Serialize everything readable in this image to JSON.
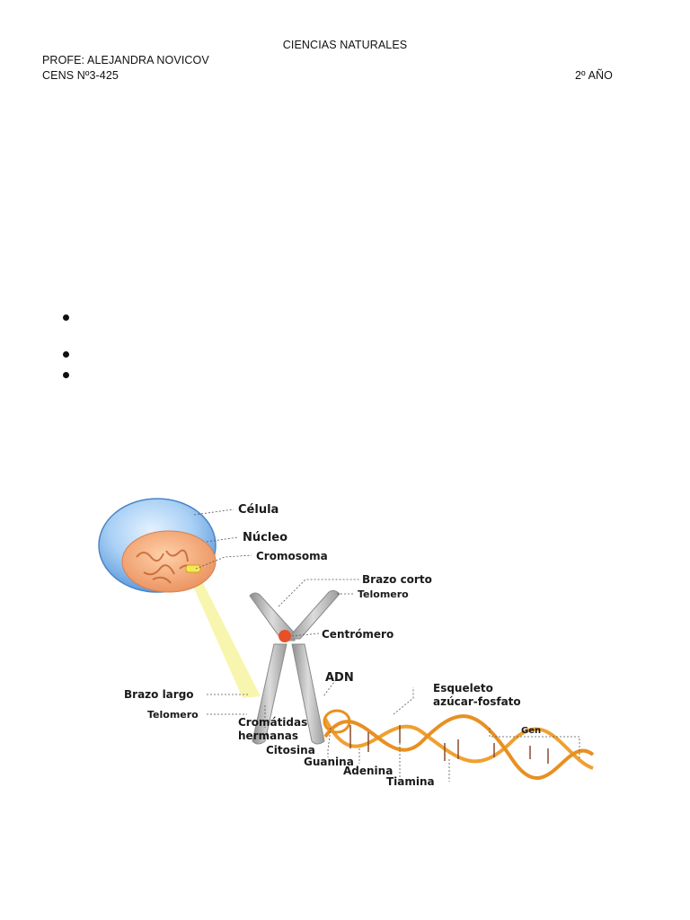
{
  "header": {
    "subject": "CIENCIAS NATURALES",
    "teacher": "PROFE: ALEJANDRA NOVICOV",
    "school": "CENS Nº3-425",
    "grade": "2º AÑO"
  },
  "bullets": [
    "",
    "",
    ""
  ],
  "figure": {
    "labels": {
      "celula": "Célula",
      "nucleo": "Núcleo",
      "cromosoma": "Cromosoma",
      "brazo_corto": "Brazo corto",
      "telomero_top": "Telomero",
      "centromero": "Centrómero",
      "adn": "ADN",
      "esqueleto_1": "Esqueleto",
      "esqueleto_2": "azúcar-fosfato",
      "gen": "Gen",
      "brazo_largo": "Brazo largo",
      "telomero_bottom": "Telomero",
      "cromatidas_1": "Cromátidas",
      "cromatidas_2": "hermanas",
      "citosina": "Citosina",
      "guanina": "Guanina",
      "adenina": "Adenina",
      "tiamina": "Tiamina"
    },
    "colors": {
      "cell": "#7fb6ea",
      "nucleus": "#f0a070",
      "chromosome": "#b8b8b8",
      "centromere": "#e8502a",
      "dna_backbone": "#f0a030",
      "highlight": "#f7f4a0"
    }
  }
}
